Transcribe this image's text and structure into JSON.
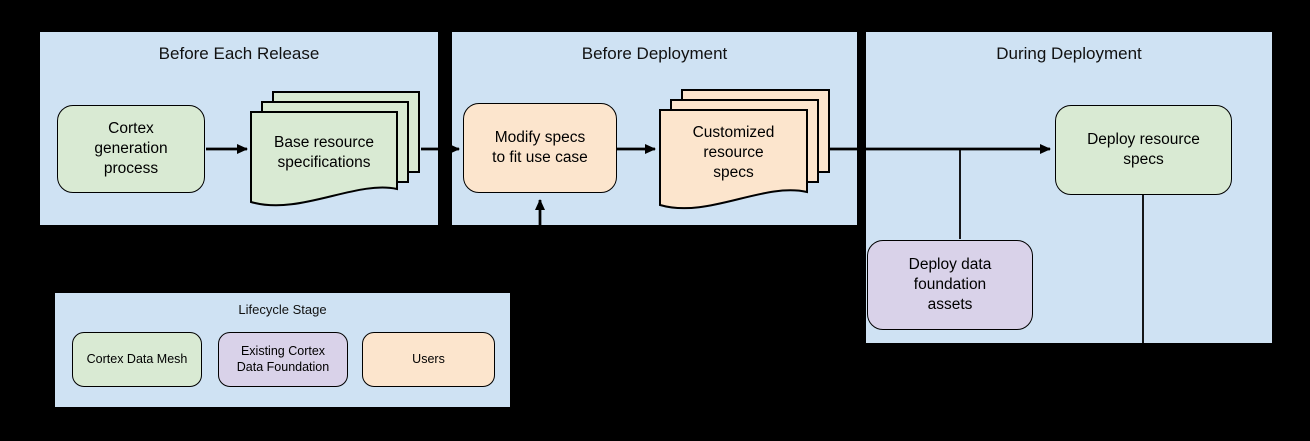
{
  "colors": {
    "background": "#000000",
    "stage_panel": "#cfe2f3",
    "cortex_data_mesh": "#d9ead3",
    "existing_cortex_data_foundation": "#d9d2e9",
    "users": "#fce5cd",
    "connector": "#000000"
  },
  "panels": [
    {
      "title": "Before Each Release"
    },
    {
      "title": "Before Deployment"
    },
    {
      "title": "During Deployment"
    }
  ],
  "nodes": {
    "cortex_generation_process": {
      "label": "Cortex\ngeneration\nprocess",
      "category": "cortex_data_mesh",
      "shape": "rounded-box"
    },
    "base_resource_specifications": {
      "label": "Base resource\nspecifications",
      "category": "cortex_data_mesh",
      "shape": "document-stack"
    },
    "modify_specs_to_fit_use_case": {
      "label": "Modify specs\nto fit use case",
      "category": "users",
      "shape": "rounded-box"
    },
    "customized_resource_specs": {
      "label": "Customized\nresource\nspecs",
      "category": "users",
      "shape": "document-stack"
    },
    "deploy_resource_specs": {
      "label": "Deploy resource\nspecs",
      "category": "cortex_data_mesh",
      "shape": "rounded-box"
    },
    "deploy_data_foundation_assets": {
      "label": "Deploy data\nfoundation\nassets",
      "category": "existing_cortex_data_foundation",
      "shape": "rounded-box"
    }
  },
  "legend": {
    "title": "Lifecycle Stage",
    "items": [
      {
        "label": "Cortex Data Mesh",
        "color": "#d9ead3"
      },
      {
        "label": "Existing Cortex\nData Foundation",
        "color": "#d9d2e9"
      },
      {
        "label": "Users",
        "color": "#fce5cd"
      }
    ]
  }
}
